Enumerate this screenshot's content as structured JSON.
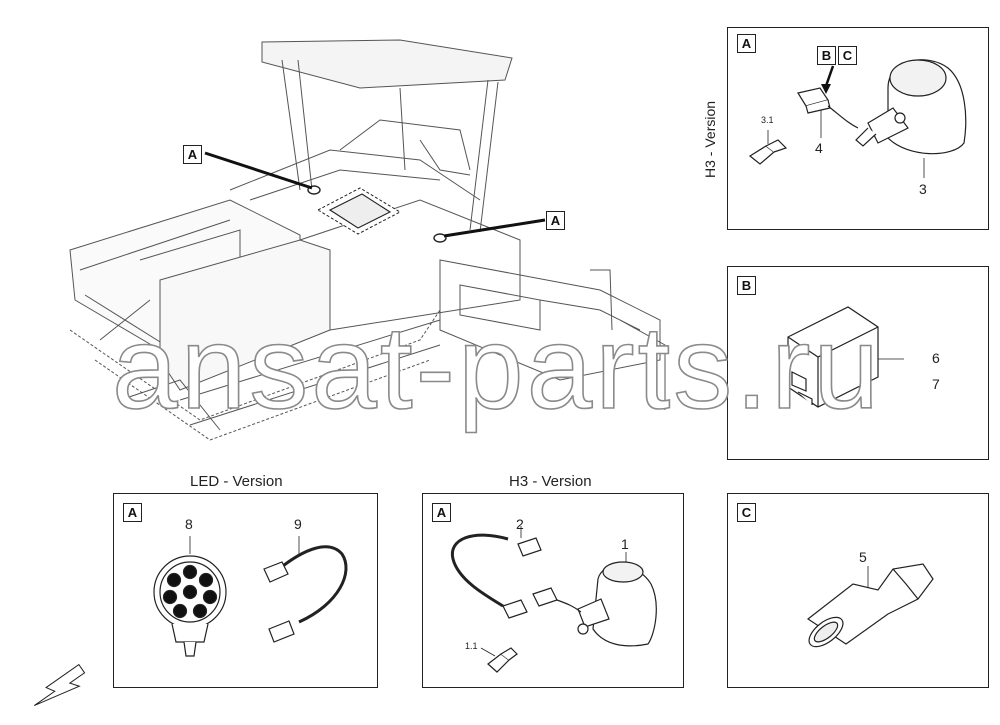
{
  "callouts": {
    "main_left": "A",
    "main_right": "A",
    "panel_a": "A",
    "panel_b_ref": "B",
    "panel_c_ref": "C",
    "panel_b": "B",
    "panel_led": "A",
    "panel_h3": "A",
    "panel_c": "C"
  },
  "titles": {
    "h3_vertical": "H3 - Version",
    "led": "LED - Version",
    "h3_bottom": "H3 - Version"
  },
  "part_numbers": {
    "p1": "1",
    "p1_1": "1.1",
    "p2": "2",
    "p3": "3",
    "p3_1": "3.1",
    "p4": "4",
    "p5": "5",
    "p6": "6",
    "p7": "7",
    "p8": "8",
    "p9": "9"
  },
  "watermark": "ansat-parts.ru",
  "colors": {
    "line": "#222222",
    "watermark_stroke": "#8a8a8a"
  }
}
